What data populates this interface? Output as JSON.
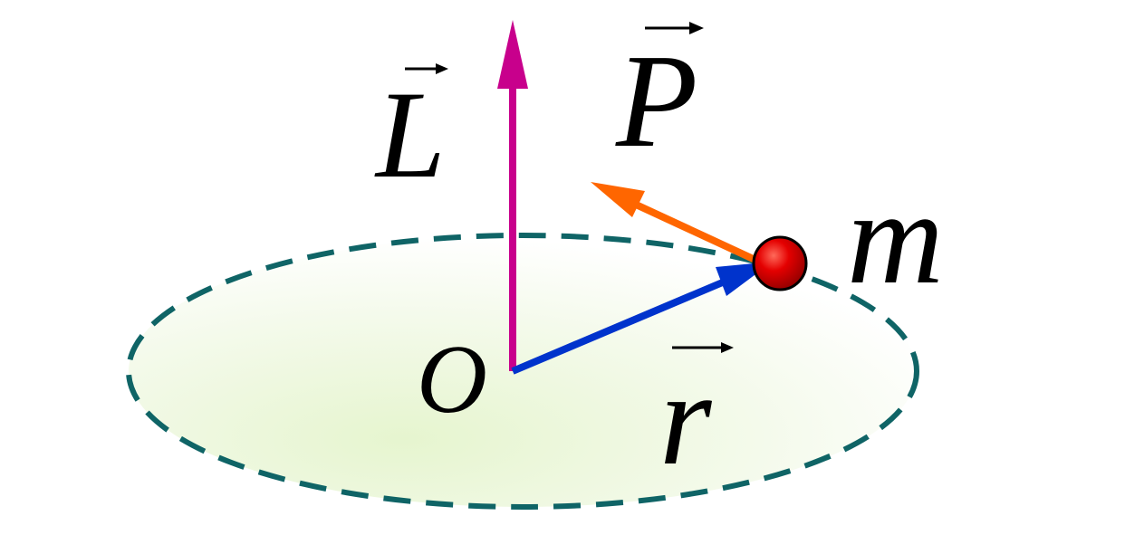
{
  "labels": {
    "angular_momentum": "L",
    "momentum": "P",
    "mass": "m",
    "origin": "O",
    "position": "r"
  },
  "colors": {
    "angular_momentum_vector": "#c8008c",
    "momentum_vector": "#ff6600",
    "position_vector": "#0033cc",
    "orbit_outline": "#0f6466",
    "orbit_fill": "#ecf6d8",
    "particle": "#dd0000",
    "text": "#000000"
  }
}
